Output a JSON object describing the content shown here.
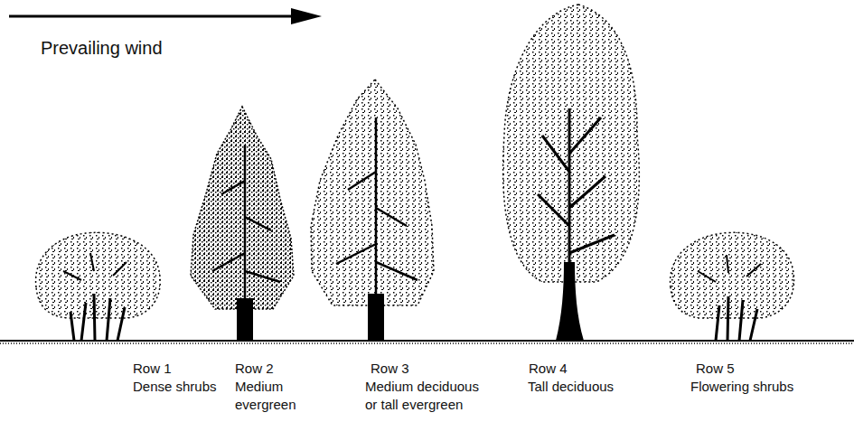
{
  "diagram": {
    "labels": [
      "Prevailing wind",
      "Row 1",
      "Dense shrubs",
      "Row 2",
      "Medium evergreen",
      "Row 3",
      "Medium deciduous or tall evergreen",
      "Row 4",
      "Tall deciduous",
      "Row 5",
      "Flowering shrubs"
    ]
  }
}
